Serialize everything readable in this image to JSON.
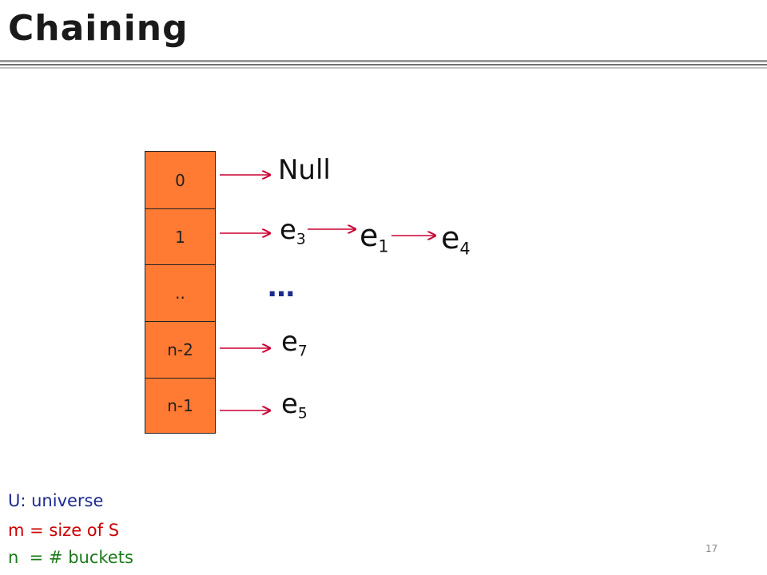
{
  "slide": {
    "title": "Chaining",
    "page_number": "17"
  },
  "table": {
    "cells": [
      "0",
      "1",
      "..",
      "n-2",
      "n-1"
    ]
  },
  "chains": {
    "null_label": "Null",
    "ellipsis": "…",
    "row1": [
      {
        "base": "e",
        "sub": "3"
      },
      {
        "base": "e",
        "sub": "1"
      },
      {
        "base": "e",
        "sub": "4"
      }
    ],
    "row_n2": {
      "base": "e",
      "sub": "7"
    },
    "row_n1": {
      "base": "e",
      "sub": "5"
    }
  },
  "legend": {
    "u": "U: universe",
    "m": "m = size of S",
    "n": "n  = # buckets"
  },
  "colors": {
    "arrow": "#cc0033",
    "cell_fill": "#ff7a33",
    "legend_u": "#1b2a8f",
    "legend_m": "#cc0000",
    "legend_n": "#1a7a1a"
  }
}
